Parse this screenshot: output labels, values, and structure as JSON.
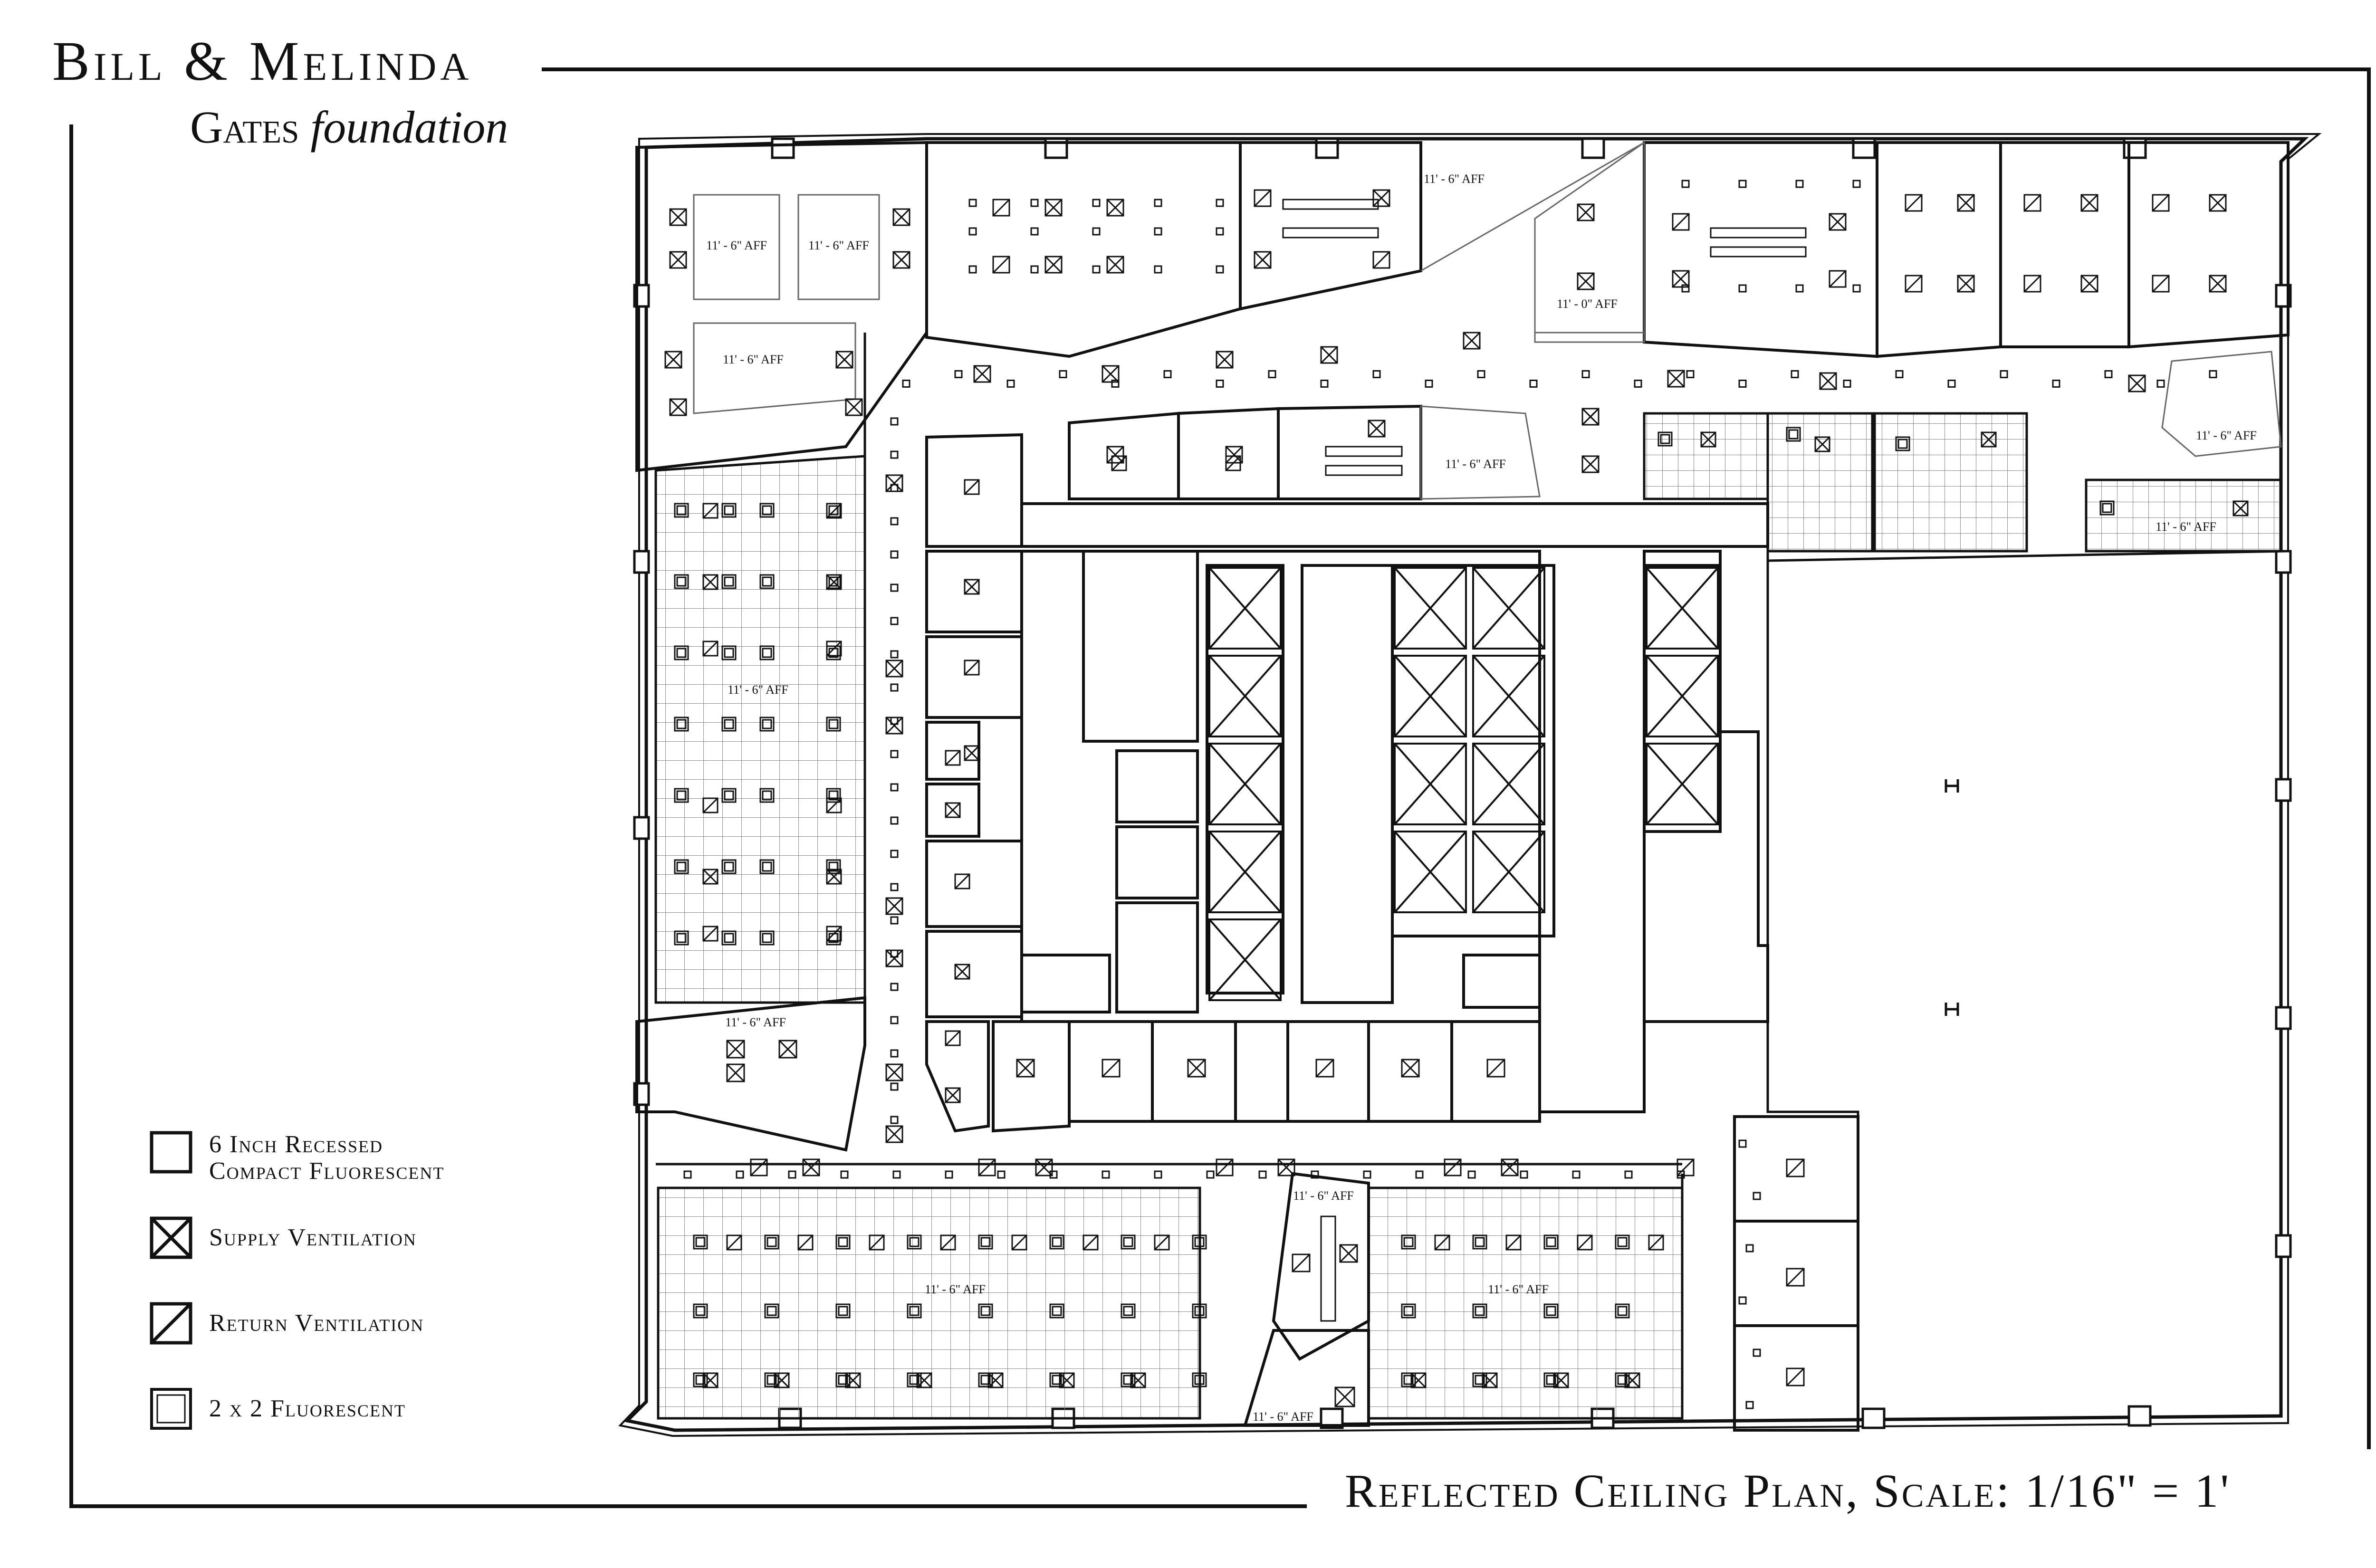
{
  "header": {
    "brand_line1": "Bill & Melinda",
    "brand_line2": "Gates",
    "brand_line2_italic": "foundation"
  },
  "title": "Reflected Ceiling Plan, Scale: 1/16\" = 1'",
  "legend": {
    "items": [
      {
        "label": "6 Inch Recessed\nCompact Fluorescent",
        "symbol": "square-outline-icon"
      },
      {
        "label": "Supply Ventilation",
        "symbol": "square-x-icon"
      },
      {
        "label": "Return Ventilation",
        "symbol": "square-slash-icon"
      },
      {
        "label": "2 x 2 Fluorescent",
        "symbol": "double-square-icon"
      }
    ]
  },
  "ceiling_heights": {
    "aff_11_6": "11' - 6\" AFF",
    "aff_11_0": "11' - 0\" AFF"
  },
  "colors": {
    "ink": "#111111",
    "grid": "#7a7a7a",
    "background": "#ffffff"
  }
}
